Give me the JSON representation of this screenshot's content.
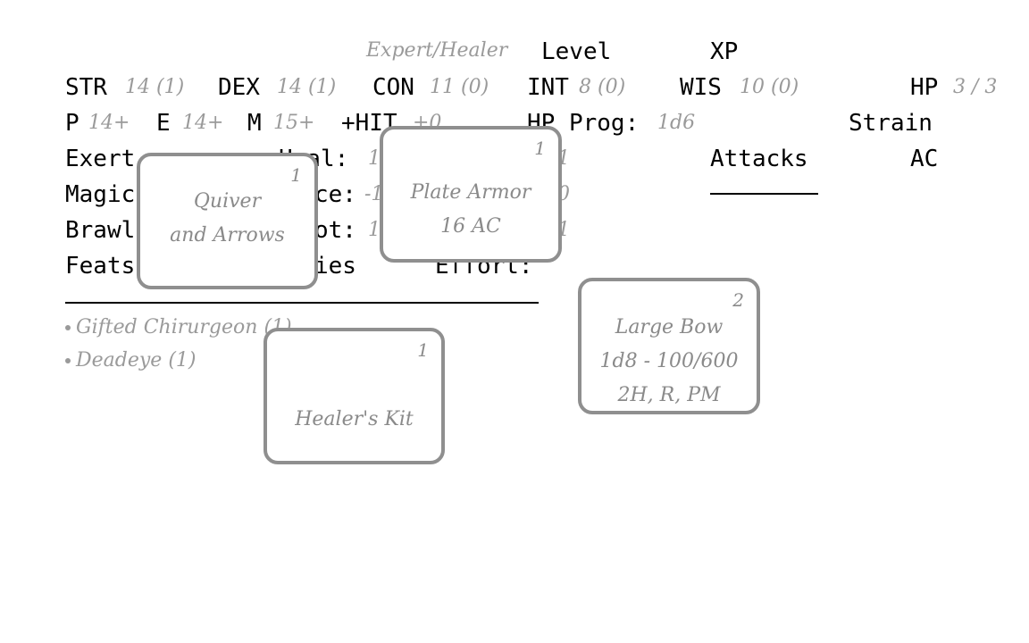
{
  "header": {
    "class_value": "Expert/Healer",
    "level_label": "Level",
    "xp_label": "XP"
  },
  "attributes": {
    "str_label": "STR",
    "str_value": "14 (1)",
    "dex_label": "DEX",
    "dex_value": "14 (1)",
    "con_label": "CON",
    "con_value": "11 (0)",
    "int_label": "INT",
    "int_value": "8 (0)",
    "wis_label": "WIS",
    "wis_value": "10 (0)",
    "hp_label": "HP",
    "hp_value": "3 / 3"
  },
  "saves": {
    "p_label": "P",
    "p_value": "14+",
    "e_label": "E",
    "e_value": "14+",
    "m_label": "M",
    "m_value": "15+",
    "hit_label": "+HIT",
    "hit_value": "+0",
    "hp_prog_label": "HP Prog:",
    "hp_prog_value": "1d6",
    "strain_label": "Strain"
  },
  "skills": {
    "exert_label": "Exert",
    "heal_label": "Heal:",
    "heal_value": "1",
    "heal_bonus": "1",
    "magic_label": "Magic",
    "notice_label": "ce:",
    "notice_value": "-1",
    "notice_bonus": "0",
    "brawl_label": "Brawl",
    "shoot_label": "ot:",
    "shoot_value": "1",
    "shoot_bonus": "1",
    "attacks_label": "Attacks",
    "ac_label": "AC"
  },
  "feats": {
    "feats_label": "Feats",
    "abilities_label": "ies",
    "effort_label": "Effort:",
    "items": [
      "Gifted Chirurgeon (1)",
      "Deadeye (1)"
    ]
  },
  "cards": {
    "quiver": {
      "qty": "1",
      "lines": [
        "Quiver",
        "and Arrows"
      ]
    },
    "plate": {
      "qty": "1",
      "lines": [
        "Plate Armor",
        "16 AC"
      ]
    },
    "healer": {
      "qty": "1",
      "lines": [
        "Healer's Kit"
      ]
    },
    "bow": {
      "qty": "2",
      "lines": [
        "Large Bow",
        "1d8 - 100/600",
        "2H, R, PM"
      ]
    }
  }
}
